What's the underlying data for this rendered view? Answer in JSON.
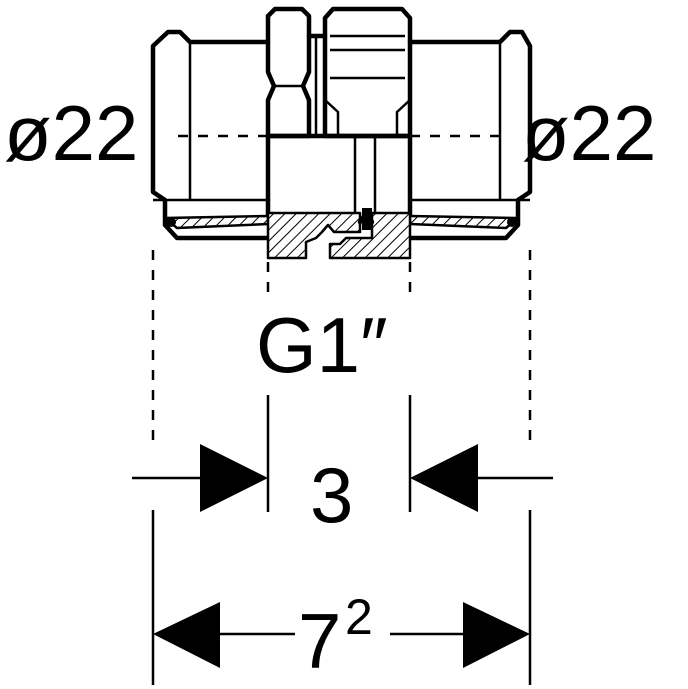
{
  "labels": {
    "left_diameter": "ø22",
    "right_diameter": "ø22",
    "thread": "G1″",
    "inner_dimension": "3",
    "total_dimension_base": "7",
    "total_dimension_sup": "2"
  },
  "colors": {
    "line": "#000000",
    "background": "#ffffff"
  }
}
